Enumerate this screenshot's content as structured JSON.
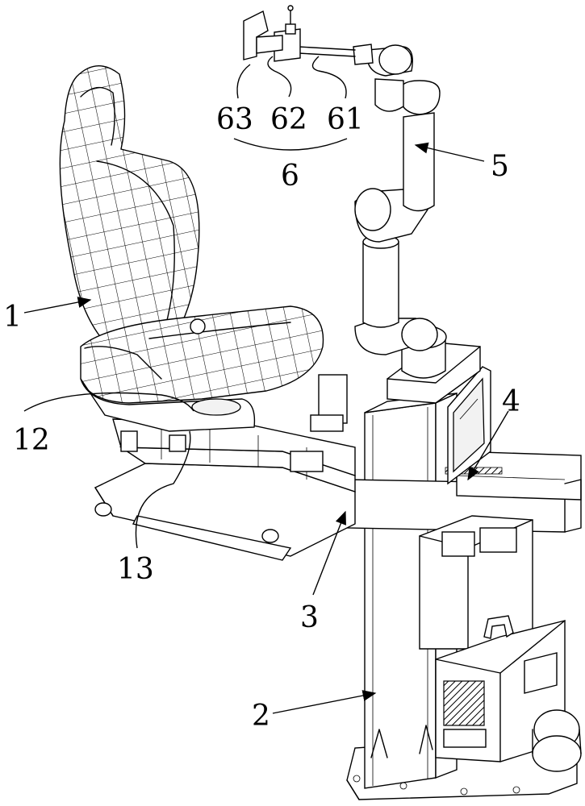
{
  "labels": {
    "seat": "1",
    "column": "2",
    "rail": "3",
    "slide": "4",
    "robot_arm": "5",
    "tool_assembly": "6",
    "tool_part_61": "61",
    "tool_part_62": "62",
    "tool_part_63": "63",
    "seat_part_12": "12",
    "seat_part_13": "13"
  }
}
